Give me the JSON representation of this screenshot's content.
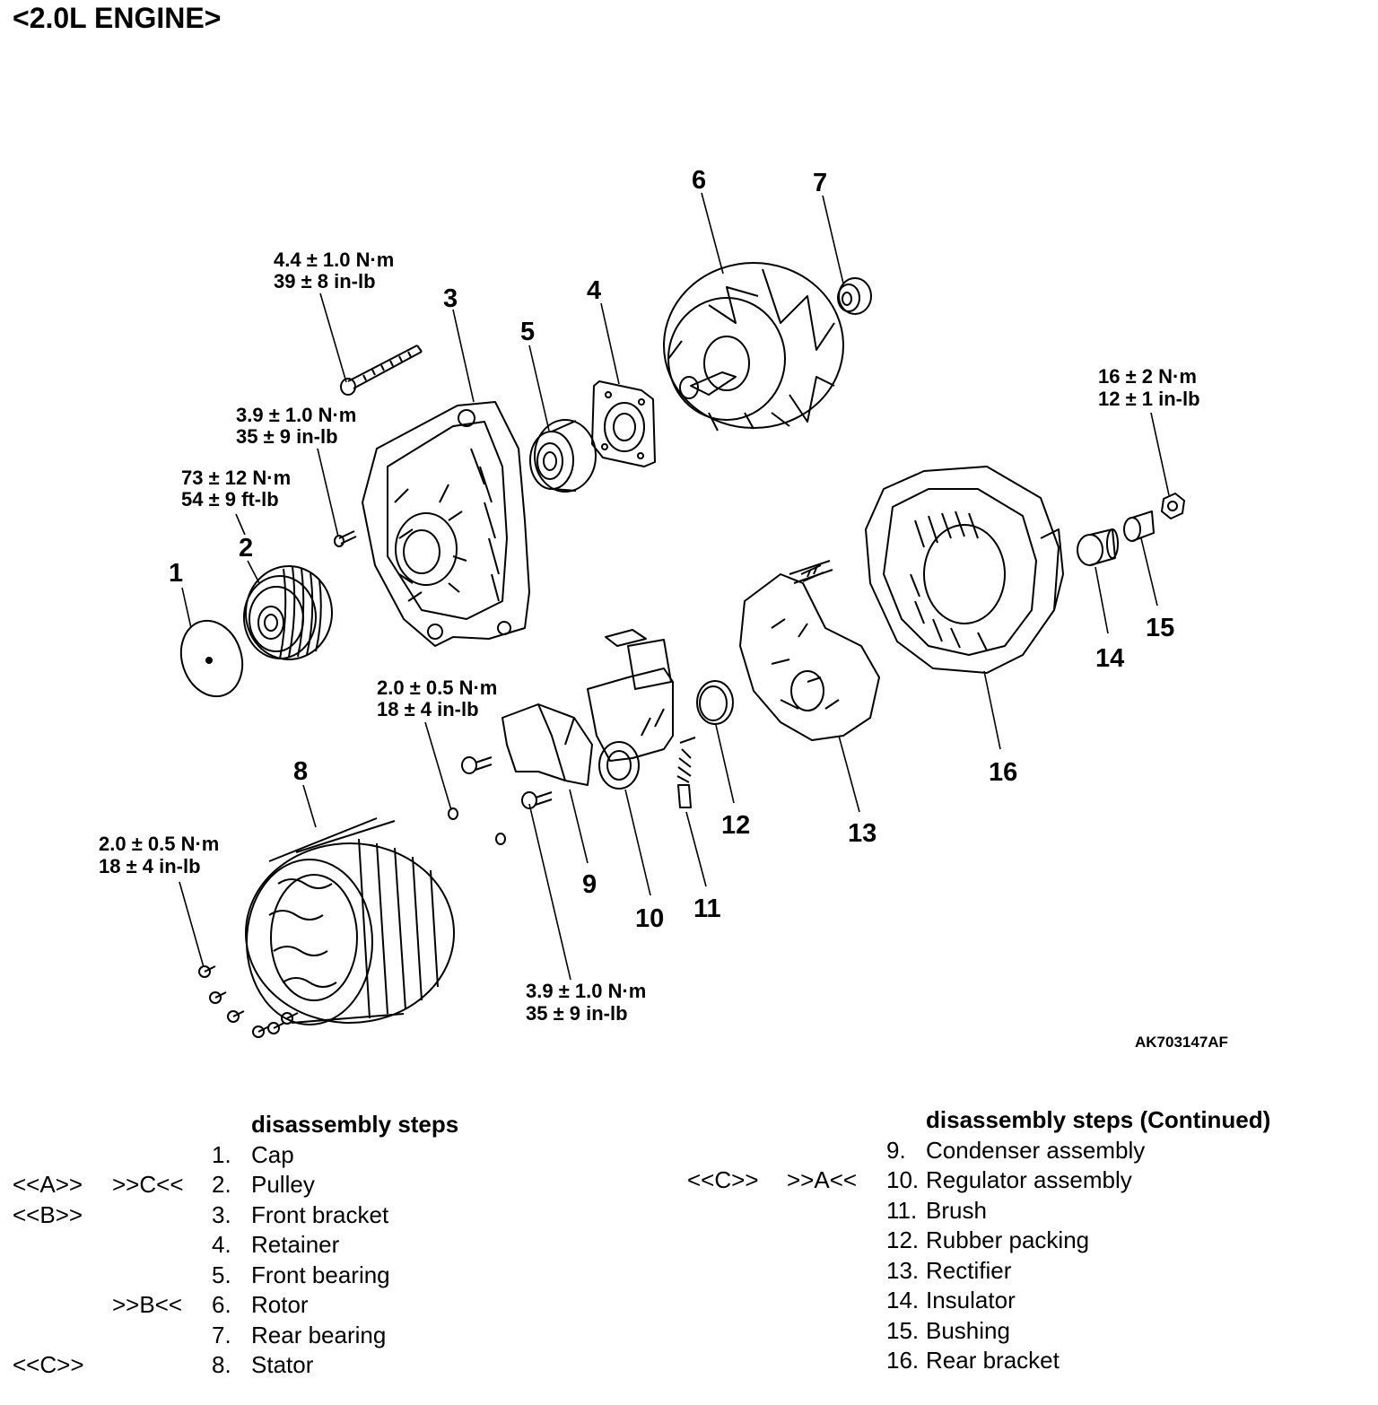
{
  "title": "<2.0L ENGINE>",
  "figure_code": "AK703147AF",
  "callouts": [
    "1",
    "2",
    "3",
    "4",
    "5",
    "6",
    "7",
    "8",
    "9",
    "10",
    "11",
    "12",
    "13",
    "14",
    "15",
    "16"
  ],
  "torque_specs": [
    {
      "metric": "4.4 ± 1.0 N·m",
      "imperial": "39 ± 8 in-lb"
    },
    {
      "metric": "3.9 ± 1.0 N·m",
      "imperial": "35 ± 9 in-lb"
    },
    {
      "metric": "73 ± 12 N·m",
      "imperial": "54 ± 9 ft-lb"
    },
    {
      "metric": "16 ± 2 N·m",
      "imperial": "12 ± 1 in-lb"
    },
    {
      "metric": "2.0 ± 0.5 N·m",
      "imperial": "18 ± 4 in-lb"
    },
    {
      "metric": "2.0 ± 0.5 N·m",
      "imperial": "18 ± 4 in-lb"
    },
    {
      "metric": "3.9 ± 1.0 N·m",
      "imperial": "35 ± 9 in-lb"
    }
  ],
  "steps_left": {
    "heading": "disassembly steps",
    "items": [
      {
        "removal": "",
        "install": "",
        "num": "1.",
        "label": "Cap"
      },
      {
        "removal": "<<A>>",
        "install": ">>C<<",
        "num": "2.",
        "label": "Pulley"
      },
      {
        "removal": "<<B>>",
        "install": "",
        "num": "3.",
        "label": "Front bracket"
      },
      {
        "removal": "",
        "install": "",
        "num": "4.",
        "label": "Retainer"
      },
      {
        "removal": "",
        "install": "",
        "num": "5.",
        "label": "Front bearing"
      },
      {
        "removal": "",
        "install": ">>B<<",
        "num": "6.",
        "label": "Rotor"
      },
      {
        "removal": "",
        "install": "",
        "num": "7.",
        "label": "Rear bearing"
      },
      {
        "removal": "<<C>>",
        "install": "",
        "num": "8.",
        "label": "Stator"
      }
    ]
  },
  "steps_right": {
    "heading": "disassembly steps (Continued)",
    "items": [
      {
        "removal": "",
        "install": "",
        "num": "9.",
        "label": "Condenser assembly"
      },
      {
        "removal": "<<C>>",
        "install": ">>A<<",
        "num": "10.",
        "label": "Regulator assembly"
      },
      {
        "removal": "",
        "install": "",
        "num": "11.",
        "label": "Brush"
      },
      {
        "removal": "",
        "install": "",
        "num": "12.",
        "label": "Rubber packing"
      },
      {
        "removal": "",
        "install": "",
        "num": "13.",
        "label": "Rectifier"
      },
      {
        "removal": "",
        "install": "",
        "num": "14.",
        "label": "Insulator"
      },
      {
        "removal": "",
        "install": "",
        "num": "15.",
        "label": "Bushing"
      },
      {
        "removal": "",
        "install": "",
        "num": "16.",
        "label": "Rear bracket"
      }
    ]
  }
}
